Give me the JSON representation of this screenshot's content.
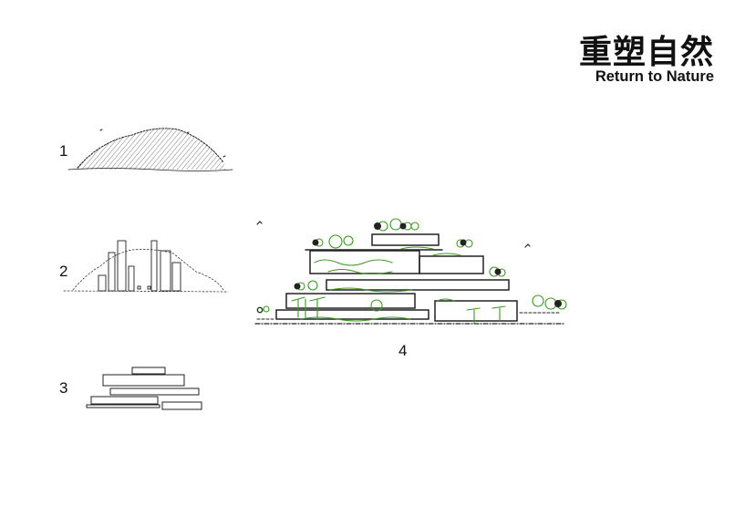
{
  "header": {
    "title": "重塑自然",
    "subtitle": "Return to Nature"
  },
  "sketches": [
    {
      "label": "1"
    },
    {
      "label": "2"
    },
    {
      "label": "3"
    },
    {
      "label": "4"
    }
  ],
  "colors": {
    "ink": "#222222",
    "greenery": "#3a9a1e"
  }
}
